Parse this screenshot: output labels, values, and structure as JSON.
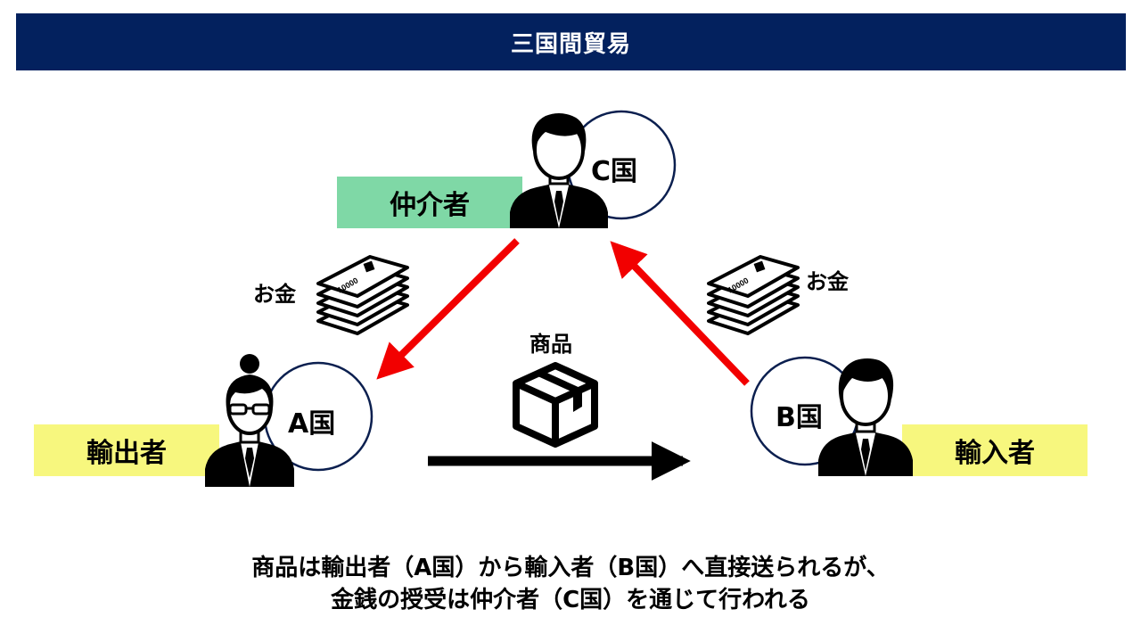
{
  "header": {
    "title": "三国間貿易"
  },
  "roles": {
    "intermediary": "仲介者",
    "exporter": "輸出者",
    "importer": "輸入者"
  },
  "countries": {
    "a": "A国",
    "b": "B国",
    "c": "C国"
  },
  "labels": {
    "money_left": "お金",
    "money_right": "お金",
    "goods": "商品",
    "banknote_value_left": "10000",
    "banknote_value_right": "10000"
  },
  "summary": {
    "line1": "商品は輸出者（A国）から輸入者（B国）へ直接送られるが、",
    "line2": "金銭の授受は仲介者（C国）を通じて行われる"
  },
  "colors": {
    "title_bg": "#03215e",
    "intermediary_bg": "#7fd8a6",
    "exporter_bg": "#f7f77e",
    "importer_bg": "#f7f77e",
    "money_arrow": "#f20000",
    "goods_arrow": "#000000",
    "circle": "#0b1f4f"
  },
  "icons": [
    "person-male-icon",
    "person-female-glasses-icon",
    "money-stack-icon",
    "package-box-icon"
  ]
}
